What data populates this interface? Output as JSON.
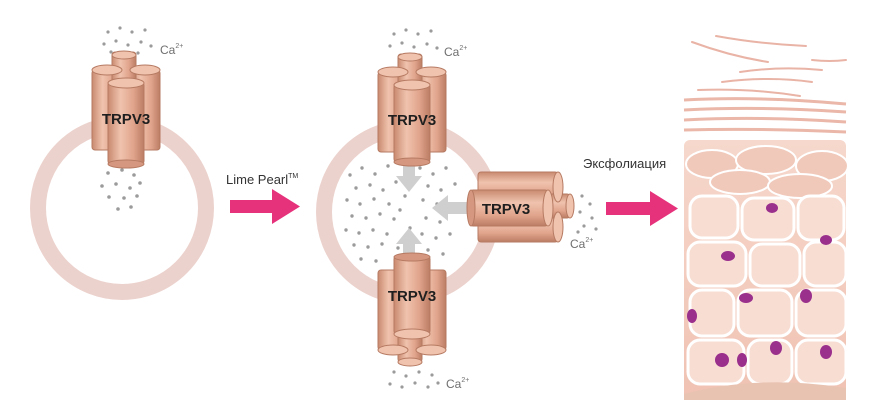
{
  "labels": {
    "channel": "TRPV3",
    "ion": "Ca",
    "ion_charge": "2+",
    "trigger": "Lime Pearl",
    "trademark": "TM",
    "result": "Эксфолиация"
  },
  "colors": {
    "channel_fill": "#e1a48c",
    "channel_dark": "#c98a70",
    "channel_light": "#f0c3ae",
    "channel_stroke": "#b67a62",
    "vesicle": "#ecd2cd",
    "arrow": "#e6317b",
    "inner_arrow": "#cfcfcf",
    "dots": "#9b9b9b",
    "skin_base": "#f3cfc3",
    "cell_fill": "#f8ddd3",
    "cell_border": "#ffffff",
    "nucleus": "#9a2f8c"
  },
  "icons": [
    "trpv3-channel-icon",
    "calcium-dots-icon",
    "vesicle-icon",
    "skin-layer-icon"
  ]
}
